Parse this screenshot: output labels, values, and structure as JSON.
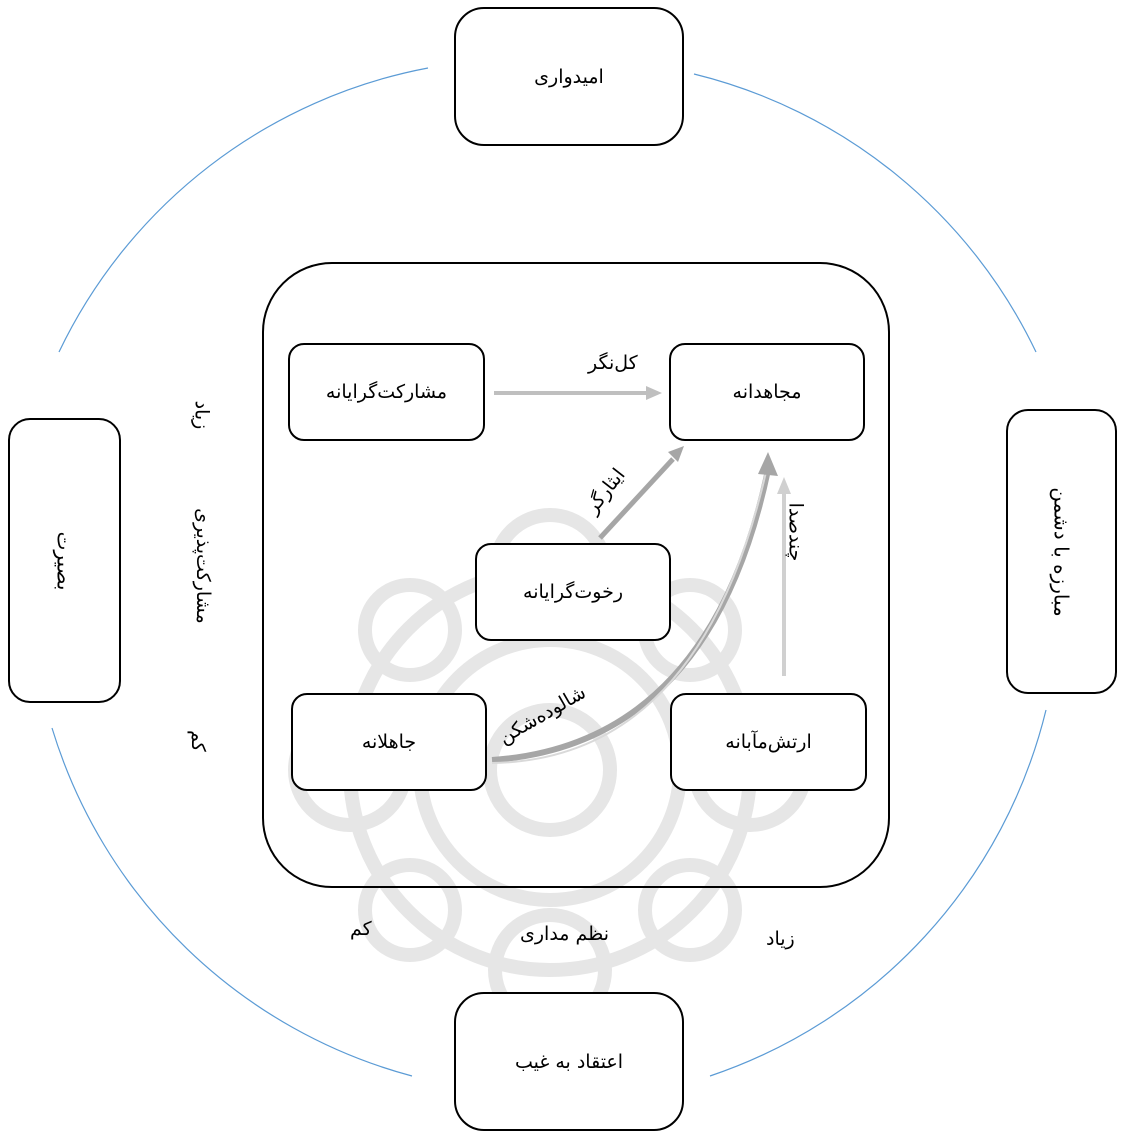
{
  "outer": {
    "top": "امیدواری",
    "bottom": "اعتقاد به غیب",
    "left": "بصیرت",
    "right": "مبارزه با دشمن"
  },
  "inner": {
    "top_left": "مشارکت‌گرایانه",
    "top_right": "مجاهدانه",
    "center": "رخوت‌گرایانه",
    "bottom_left": "جاهلانه",
    "bottom_right": "ارتش‌مآبانه"
  },
  "arrows": {
    "top": "کل‌نگر",
    "diagonal": "ایثارگر",
    "right": "چندصدا",
    "curve": "شالوده‌شکن"
  },
  "axes": {
    "y_title": "مشارکت‌پذیری",
    "y_high": "زیاد",
    "y_low": "کم",
    "x_title": "نظم مداری",
    "x_high": "زیاد",
    "x_low": "کم"
  },
  "colors": {
    "circle": "#5b9bd5",
    "arrow": "#bfbfbf",
    "watermark": "#e8e8e8"
  }
}
